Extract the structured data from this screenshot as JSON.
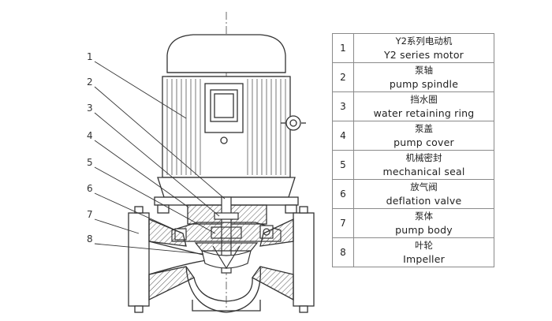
{
  "diagram": {
    "callouts": [
      "1",
      "2",
      "3",
      "4",
      "5",
      "6",
      "7",
      "8"
    ]
  },
  "parts": [
    {
      "no": "1",
      "zh": "Y2系列电动机",
      "en": "Y2 series motor"
    },
    {
      "no": "2",
      "zh": "泵轴",
      "en": "pump spindle"
    },
    {
      "no": "3",
      "zh": "挡水圈",
      "en": "water retaining ring"
    },
    {
      "no": "4",
      "zh": "泵盖",
      "en": "pump cover"
    },
    {
      "no": "5",
      "zh": "机械密封",
      "en": "mechanical seal"
    },
    {
      "no": "6",
      "zh": "放气阀",
      "en": "deflation valve"
    },
    {
      "no": "7",
      "zh": "泵体",
      "en": "pump body"
    },
    {
      "no": "8",
      "zh": "叶轮",
      "en": "Impeller"
    }
  ],
  "colors": {
    "line": "#333333",
    "hatch": "#555555",
    "table_border": "#8a8a8a"
  }
}
